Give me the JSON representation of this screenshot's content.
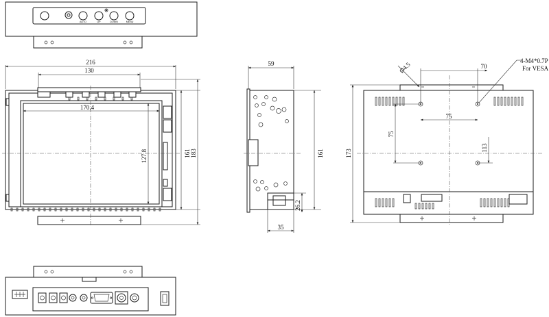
{
  "top_view": {
    "buttons": [
      "AUTO",
      "UP",
      "DOWN",
      "MENU"
    ]
  },
  "front_view": {
    "dims": {
      "overall_width": "216",
      "mount_width": "130",
      "display_width": "170.4",
      "display_height": "127.8",
      "height_161": "161",
      "height_183": "183"
    }
  },
  "side_view": {
    "dims": {
      "depth": "59",
      "height": "161",
      "bottom_depth": "35",
      "bracket_height": "26.2"
    }
  },
  "rear_view": {
    "dims": {
      "hole_dia": "Ø4.5",
      "offset_70": "70",
      "vesa_h": "75",
      "vesa_v": "75",
      "offset_113": "113",
      "height": "173"
    },
    "callout": {
      "line1": "4-M4*0.7P",
      "line2": "For VESA"
    }
  }
}
